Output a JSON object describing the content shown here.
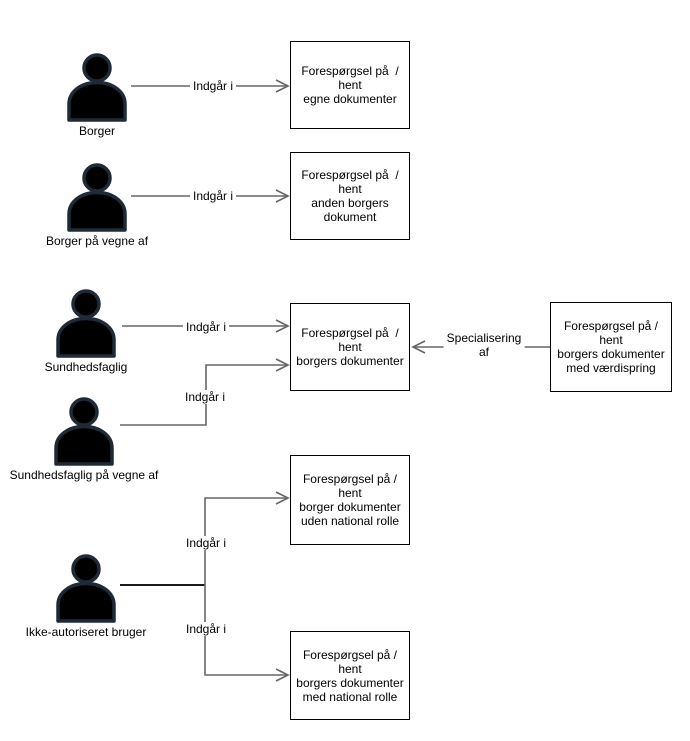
{
  "diagram": {
    "actors": [
      {
        "label": "Borger"
      },
      {
        "label": "Borger på vegne af"
      },
      {
        "label": "Sundhedsfaglig"
      },
      {
        "label": "Sundhedsfaglig på vegne af"
      },
      {
        "label": "Ikke-autoriseret bruger"
      }
    ],
    "use_cases": [
      {
        "text": "Forespørgsel på  /\nhent\negne dokumenter"
      },
      {
        "text": "Forespørgsel på  /\nhent\nanden borgers\ndokument"
      },
      {
        "text": "Forespørgsel på  /\nhent\nborgers dokumenter"
      },
      {
        "text": "Forespørgsel på /\nhent\nborgers dokumenter\nmed værdispring"
      },
      {
        "text": "Forespørgsel på /\nhent\nborger dokumenter\nuden national rolle"
      },
      {
        "text": "Forespørgsel på /\nhent\nborgers dokumenter\nmed national rolle"
      }
    ],
    "edges": [
      {
        "label": "Indgår i"
      },
      {
        "label": "Indgår i"
      },
      {
        "label": "Indgår i"
      },
      {
        "label": "Indgår i"
      },
      {
        "label": "Specialisering\naf"
      },
      {
        "label": "Indgår i"
      },
      {
        "label": "Indgår i"
      }
    ],
    "colors": {
      "background": "#ffffff",
      "box_fill": "#ffffff",
      "box_border": "#000000",
      "text": "#000000",
      "connector": "#666666",
      "connector_dark": "#1a1a1a",
      "actor_fill": "#000000",
      "actor_outline": "#1f2a36"
    }
  }
}
